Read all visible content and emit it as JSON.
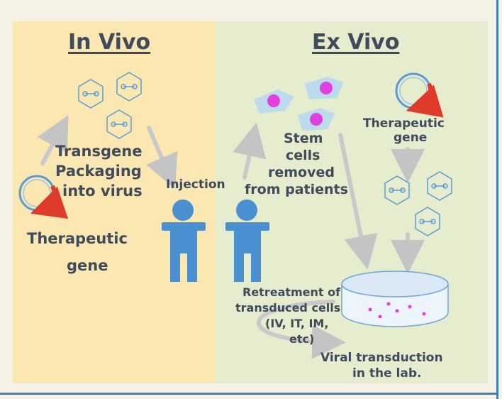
{
  "headers": {
    "in_vivo": "In Vivo",
    "ex_vivo": "Ex Vivo"
  },
  "labels": {
    "transgene": "Transgene",
    "packaging": "Packaging",
    "into_virus": "into virus",
    "therapeutic_left_1": "Therapeutic",
    "therapeutic_left_2": "gene",
    "injection": "Injection",
    "stem_1": "Stem",
    "stem_2": "cells",
    "stem_3": "removed",
    "stem_4": "from patients",
    "therapeutic_right_1": "Therapeutic",
    "therapeutic_right_2": "gene",
    "retreat_1": "Retreatment of",
    "retreat_2": "transduced cells",
    "retreat_3": "(IV, IT, IM,",
    "retreat_4": "etc)",
    "viral_1": "Viral transduction",
    "viral_2": "in the lab."
  },
  "colors": {
    "in_vivo_bg": "#fbe7b2",
    "ex_vivo_bg": "#e6ecce",
    "frame": "#3a7fc0",
    "text": "#3f4a5a",
    "person": "#4a8fd0",
    "gene_arrow": "#e03a2a",
    "cell_nucleus": "#e040e0"
  }
}
